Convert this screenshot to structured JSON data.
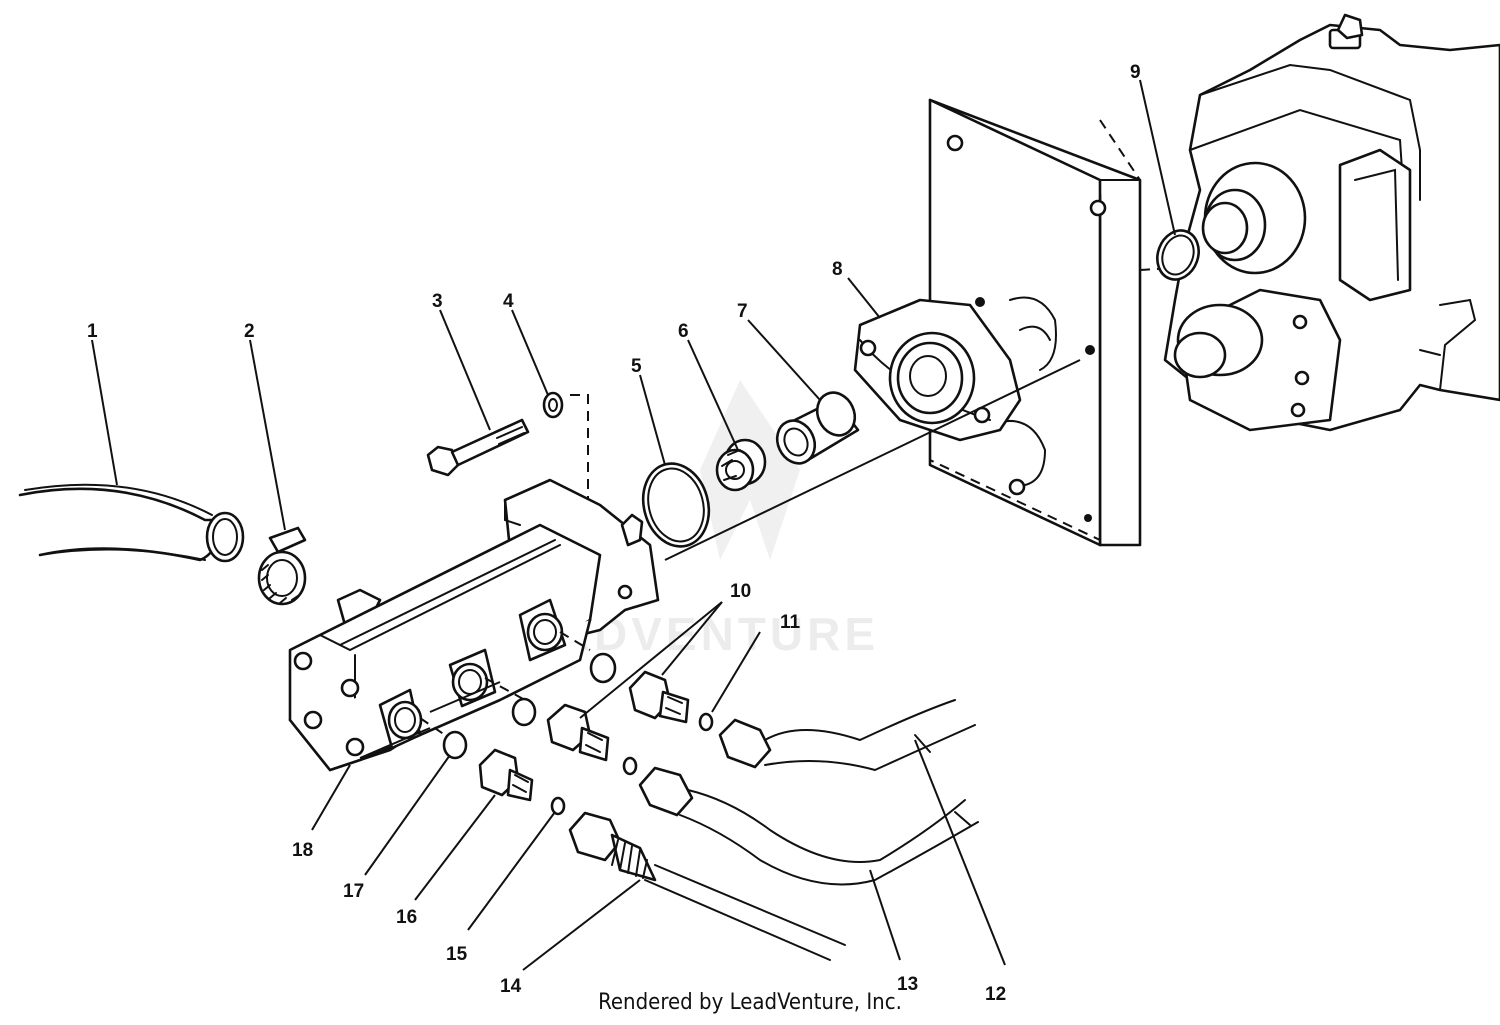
{
  "callouts": [
    {
      "id": "1",
      "label": "1"
    },
    {
      "id": "2",
      "label": "2"
    },
    {
      "id": "3",
      "label": "3"
    },
    {
      "id": "4",
      "label": "4"
    },
    {
      "id": "5",
      "label": "5"
    },
    {
      "id": "6",
      "label": "6"
    },
    {
      "id": "7",
      "label": "7"
    },
    {
      "id": "8",
      "label": "8"
    },
    {
      "id": "9",
      "label": "9"
    },
    {
      "id": "10",
      "label": "10"
    },
    {
      "id": "11",
      "label": "11"
    },
    {
      "id": "12",
      "label": "12"
    },
    {
      "id": "13",
      "label": "13"
    },
    {
      "id": "14",
      "label": "14"
    },
    {
      "id": "15",
      "label": "15"
    },
    {
      "id": "16",
      "label": "16"
    },
    {
      "id": "17",
      "label": "17"
    },
    {
      "id": "18",
      "label": "18"
    }
  ],
  "watermark": "LEADVENTURE",
  "footer": "Rendered by LeadVenture, Inc.",
  "colors": {
    "line": "#111111",
    "background": "#ffffff"
  }
}
